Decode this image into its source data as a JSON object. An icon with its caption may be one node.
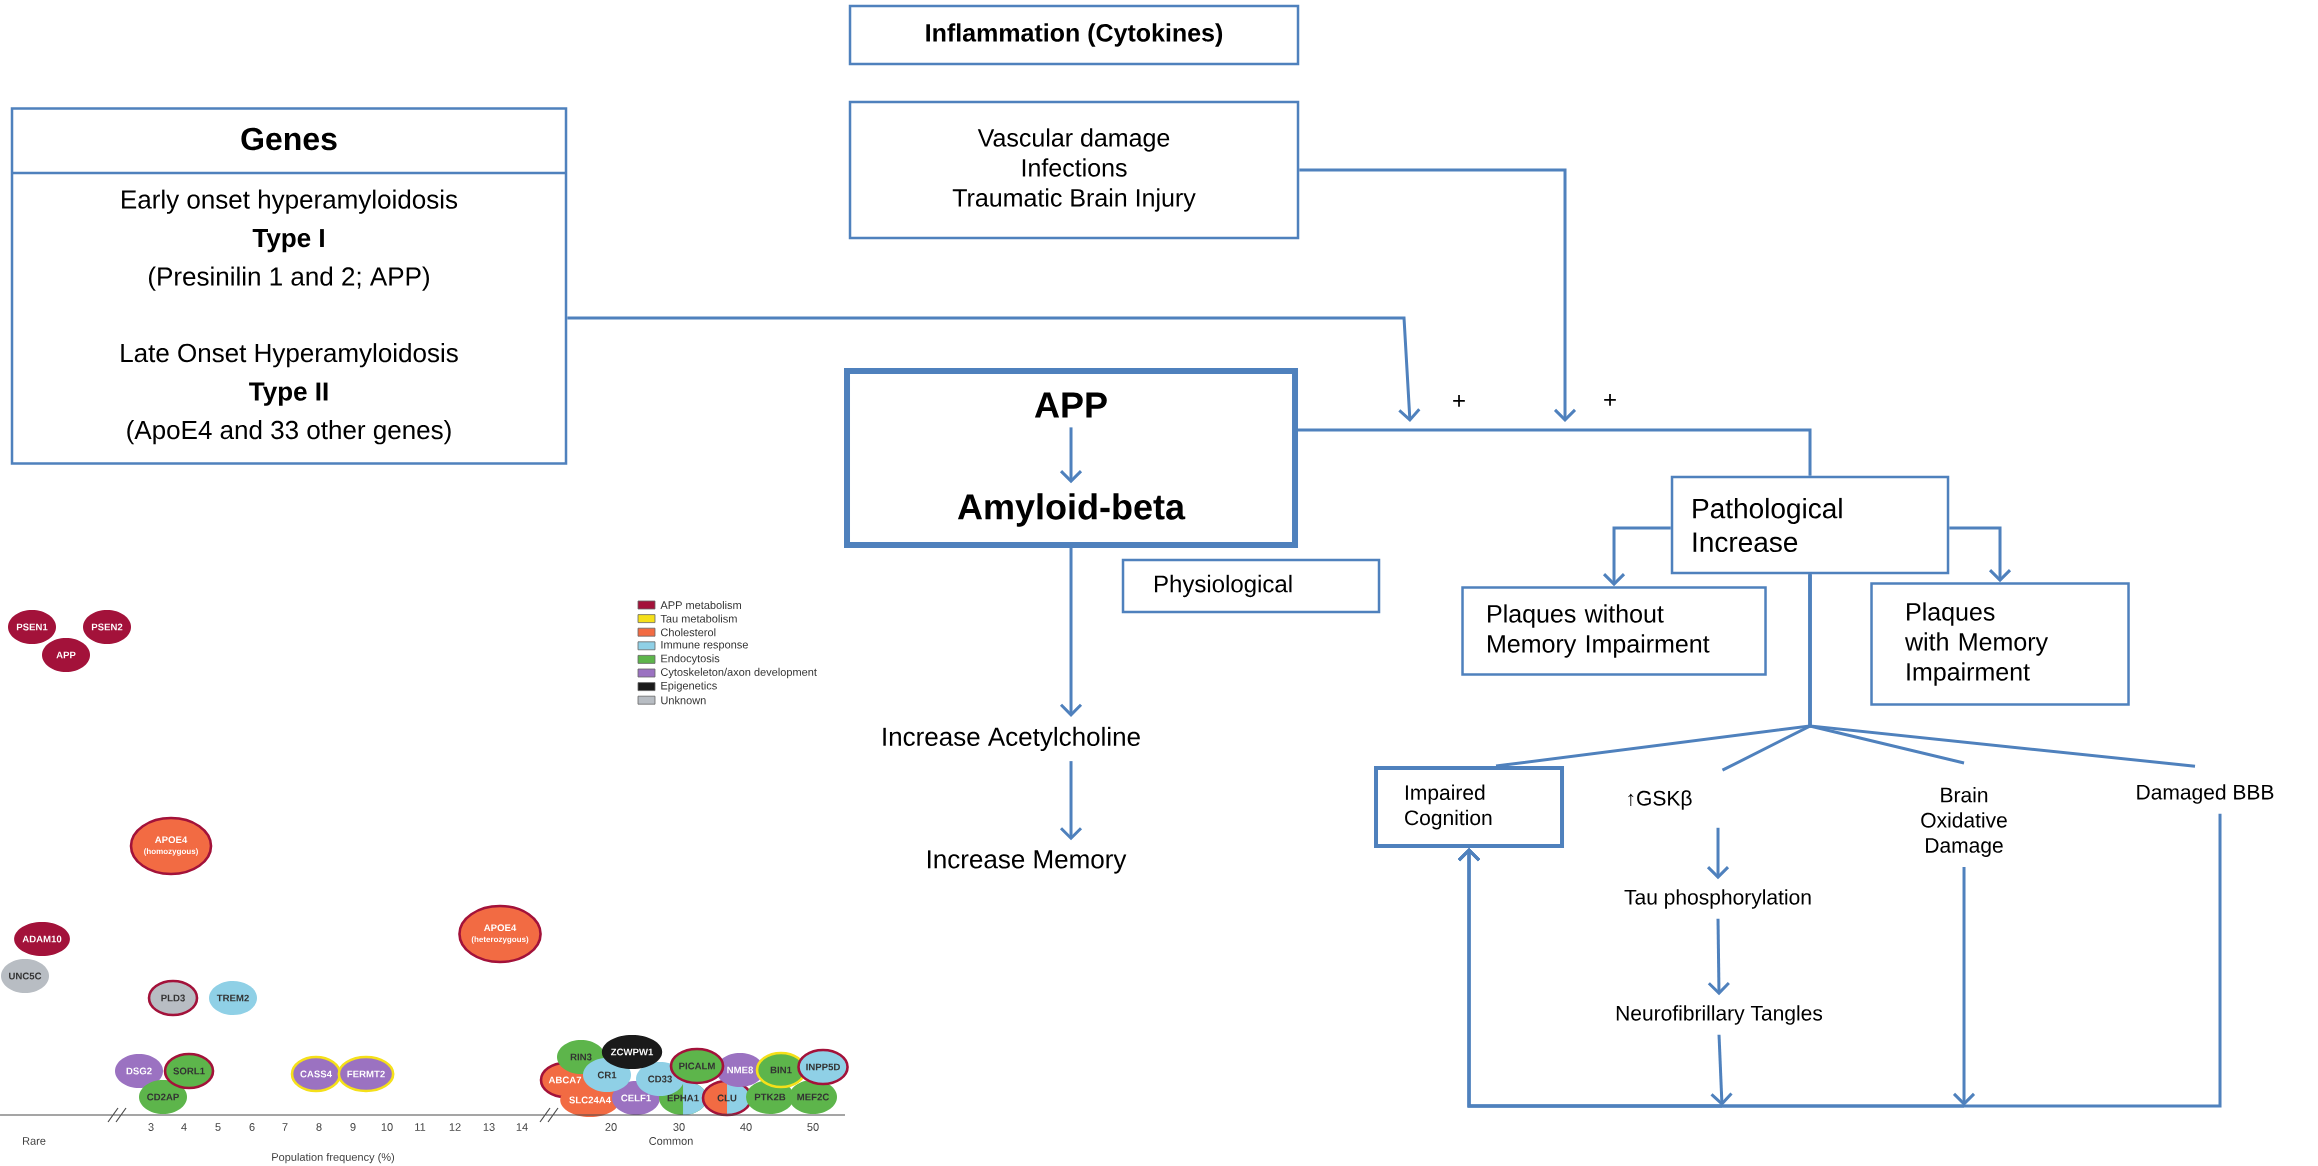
{
  "diagram": {
    "nodes": [
      {
        "text": [
          "Inflammation (Cytokines)"
        ]
      },
      {
        "text": [
          "Vascular damage",
          "Infections",
          "Traumatic Brain Injury"
        ]
      },
      {
        "text": [
          "Genes",
          "Early onset hyperamyloidosis",
          "Type I",
          "(Presinilin 1 and 2; APP)",
          "Late Onset Hyperamyloidosis",
          "Type II",
          "(ApoE4 and 33 other genes)"
        ]
      },
      {
        "text": [],
        "shape": "box"
      },
      {
        "text": [
          "APP"
        ],
        "in": 3
      },
      {
        "text": [
          "Amyloid-beta"
        ],
        "in": 3
      },
      {
        "text": [
          "Physiological"
        ]
      },
      {
        "text": [
          "Increase Acetylcholine"
        ]
      },
      {
        "text": [
          "Increase Memory"
        ]
      },
      {
        "text": [
          "Pathological Increase"
        ]
      },
      {
        "text": [
          "Plaques without Memory Impairment"
        ]
      },
      {
        "text": [
          "Plaques with Memory Impairment"
        ]
      },
      {
        "text": [
          "Impaired Cognition"
        ]
      },
      {
        "text": [
          "↑GSKβ"
        ]
      },
      {
        "text": [
          "Brain Oxidative Damage"
        ]
      },
      {
        "text": [
          "Damaged BBB"
        ]
      },
      {
        "text": [
          "Tau phosphorylation"
        ]
      },
      {
        "text": [
          "Neurofibrillary Tangles"
        ]
      },
      {
        "text": [
          "PSEN1"
        ]
      },
      {
        "text": [
          "PSEN2"
        ]
      },
      {
        "text": [
          "APP"
        ]
      },
      {
        "text": [
          "APOE4",
          "(homozygous)"
        ]
      },
      {
        "text": [
          "ADAM10"
        ]
      },
      {
        "text": [
          "APOE4",
          "(heterozygous)"
        ]
      },
      {
        "text": [
          "UNC5C"
        ]
      },
      {
        "text": [
          "PLD3"
        ]
      },
      {
        "text": [
          "TREM2"
        ]
      },
      {
        "text": [
          "DSG2"
        ]
      },
      {
        "text": [
          "SORL1"
        ]
      },
      {
        "text": [
          "CD2AP"
        ]
      },
      {
        "text": [
          "CASS4"
        ]
      },
      {
        "text": [
          "FERMT2"
        ]
      },
      {
        "text": [
          "RIN3"
        ]
      },
      {
        "text": [
          "ZCWPW1"
        ]
      },
      {
        "text": [
          "ABCA7"
        ]
      },
      {
        "text": [
          "CR1"
        ]
      },
      {
        "text": [
          "CD33"
        ]
      },
      {
        "text": [
          "PICALM"
        ]
      },
      {
        "text": [
          "NME8"
        ]
      },
      {
        "text": [
          "BIN1"
        ]
      },
      {
        "text": [
          "INPP5D"
        ]
      },
      {
        "text": [
          "SLC24A4"
        ]
      },
      {
        "text": [
          "CELF1"
        ]
      },
      {
        "text": [
          "EPHA1"
        ]
      },
      {
        "text": [
          "CLU"
        ]
      },
      {
        "text": [
          "PTK2B"
        ]
      },
      {
        "text": [
          "MEF2C"
        ]
      }
    ],
    "edges": [
      {
        "from": 2,
        "to": null,
        "arrow": "to",
        "label": "+"
      },
      {
        "from": 1,
        "to": null,
        "arrow": "to",
        "label": "+"
      },
      {
        "from": 3,
        "to": 9,
        "arrow": "none"
      },
      {
        "from": 4,
        "to": 5,
        "arrow": "to"
      },
      {
        "from": 3,
        "to": 7,
        "arrow": "to"
      },
      {
        "from": 7,
        "to": 8,
        "arrow": "to"
      },
      {
        "from": 9,
        "to": 10,
        "arrow": "to"
      },
      {
        "from": 9,
        "to": 11,
        "arrow": "to"
      },
      {
        "from": 9,
        "to": 12,
        "arrow": "none"
      },
      {
        "from": 9,
        "to": 13,
        "arrow": "none"
      },
      {
        "from": 9,
        "to": 14,
        "arrow": "none"
      },
      {
        "from": 9,
        "to": 15,
        "arrow": "none"
      },
      {
        "from": 13,
        "to": 16,
        "arrow": "to"
      },
      {
        "from": 16,
        "to": 17,
        "arrow": "to"
      },
      {
        "from": 17,
        "to": 12,
        "arrow": "to"
      },
      {
        "from": 14,
        "to": 12,
        "arrow": "to"
      },
      {
        "from": 15,
        "to": 12,
        "arrow": "to"
      }
    ],
    "labels": [
      "3",
      "4",
      "5",
      "6",
      "7",
      "8",
      "9",
      "10",
      "11",
      "12",
      "13",
      "14",
      "20",
      "30",
      "40",
      "50",
      "Rare",
      "Common",
      "Population frequency (%)"
    ],
    "legend": [
      {
        "text": "APP metabolism",
        "color": "#a3123a"
      },
      {
        "text": "Tau metabolism",
        "color": "#f5e01a"
      },
      {
        "text": "Cholesterol",
        "color": "#f26b43"
      },
      {
        "text": "Immune response",
        "color": "#8fd0e6"
      },
      {
        "text": "Endocytosis",
        "color": "#5db54b"
      },
      {
        "text": "Cytoskeleton/axon development",
        "color": "#9b72c1"
      },
      {
        "text": "Epigenetics",
        "color": "#1a1a1a"
      },
      {
        "text": "Unknown",
        "color": "#b8bdc3"
      }
    ]
  }
}
